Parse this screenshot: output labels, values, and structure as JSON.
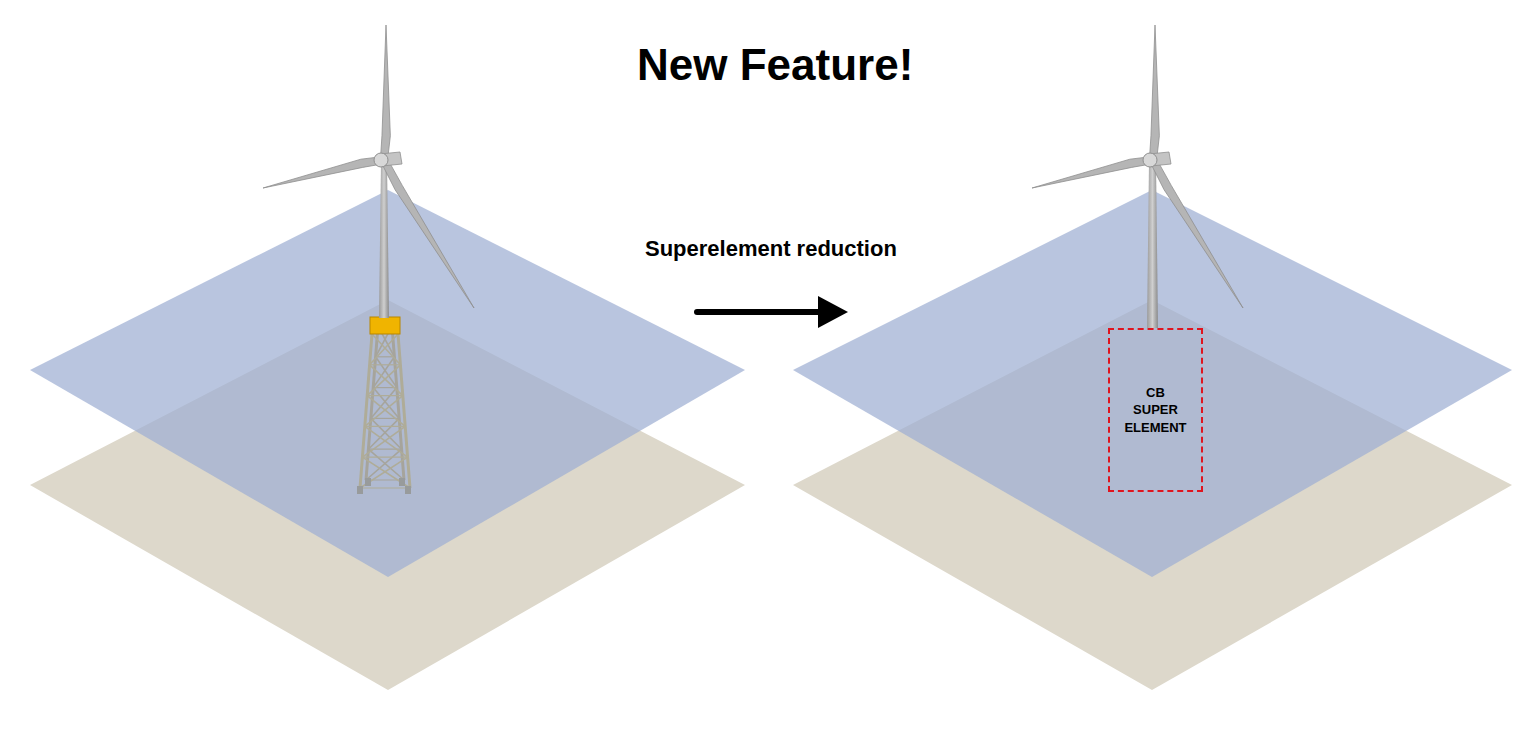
{
  "diagram": {
    "title": "New Feature!",
    "nodes": [
      {
        "text": [
          "CB SUPER ELEMENT"
        ]
      }
    ],
    "labels": [
      "Superelement reduction"
    ]
  }
}
